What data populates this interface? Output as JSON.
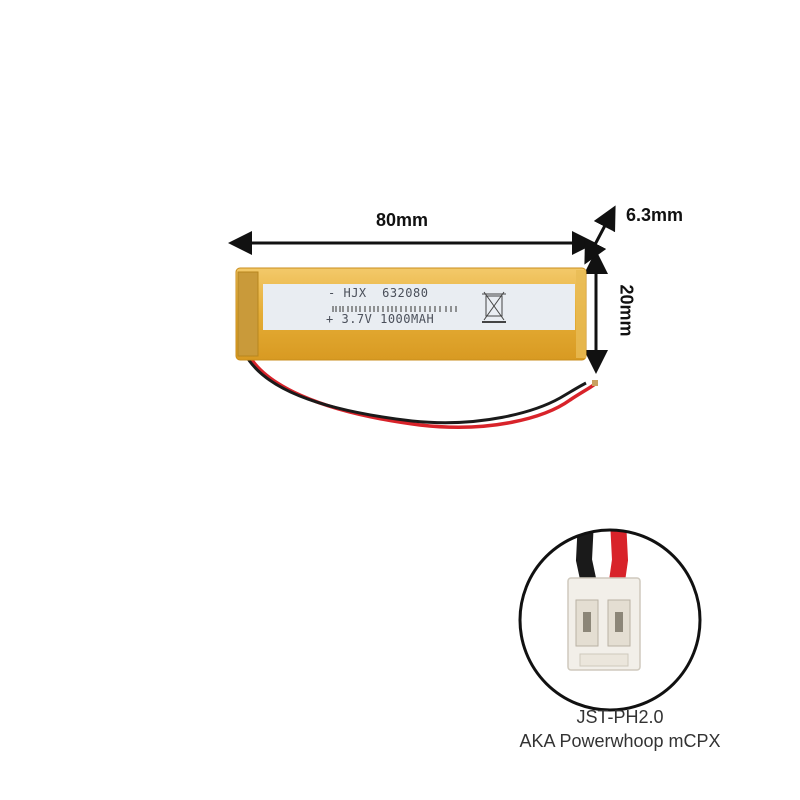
{
  "dimensions": {
    "length": "80mm",
    "thickness": "6.3mm",
    "width": "20mm"
  },
  "battery_label": {
    "brand": "HJX",
    "model": "632080",
    "polarity_minus": "-",
    "polarity_plus": "+",
    "spec": "3.7V 1000MAH"
  },
  "connector": {
    "type": "JST-PH2.0",
    "alias": "AKA Powerwhoop mCPX"
  },
  "colors": {
    "background": "#ffffff",
    "kapton": "#e8b340",
    "label": "#e9edf2",
    "wire_red": "#d8232a",
    "wire_black": "#1a1a1a",
    "connector_housing": "#f2efe9"
  }
}
